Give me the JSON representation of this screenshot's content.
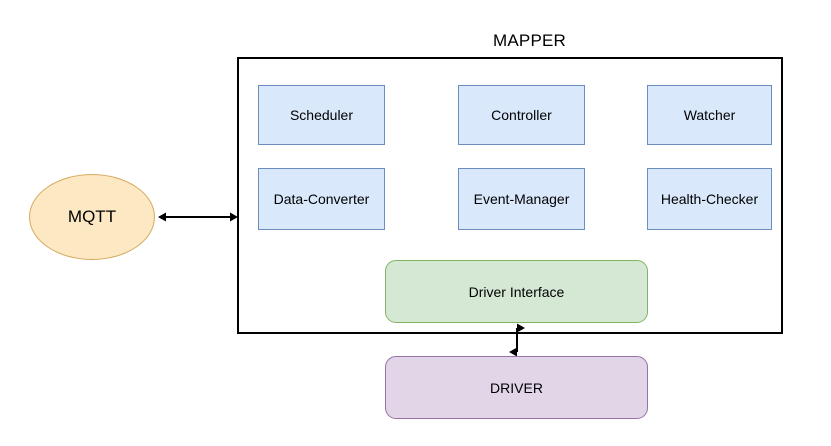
{
  "diagram": {
    "title": "MAPPER",
    "container_label": "MAPPER",
    "external_node": {
      "label": "MQTT",
      "shape": "ellipse",
      "fill": "#fce8c3",
      "stroke": "#d6a85e"
    },
    "components": [
      {
        "label": "Scheduler",
        "fill": "#dae8fc",
        "stroke": "#6c8ebf"
      },
      {
        "label": "Controller",
        "fill": "#dae8fc",
        "stroke": "#6c8ebf"
      },
      {
        "label": "Watcher",
        "fill": "#dae8fc",
        "stroke": "#6c8ebf"
      },
      {
        "label": "Data-Converter",
        "fill": "#dae8fc",
        "stroke": "#6c8ebf"
      },
      {
        "label": "Event-Manager",
        "fill": "#dae8fc",
        "stroke": "#6c8ebf"
      },
      {
        "label": "Health-Checker",
        "fill": "#dae8fc",
        "stroke": "#6c8ebf"
      }
    ],
    "driver_interface": {
      "label": "Driver Interface",
      "fill": "#d5e8d4",
      "stroke": "#82b366"
    },
    "driver": {
      "label": "DRIVER",
      "fill": "#e1d5e7",
      "stroke": "#9673a6"
    },
    "connectors": [
      {
        "name": "mqtt-to-mapper",
        "type": "double-arrow",
        "orientation": "horizontal"
      },
      {
        "name": "driver-interface-to-driver",
        "type": "double-arrow",
        "orientation": "vertical"
      }
    ],
    "colors": {
      "border": "#000000",
      "background": "#ffffff",
      "text": "#000000"
    }
  }
}
